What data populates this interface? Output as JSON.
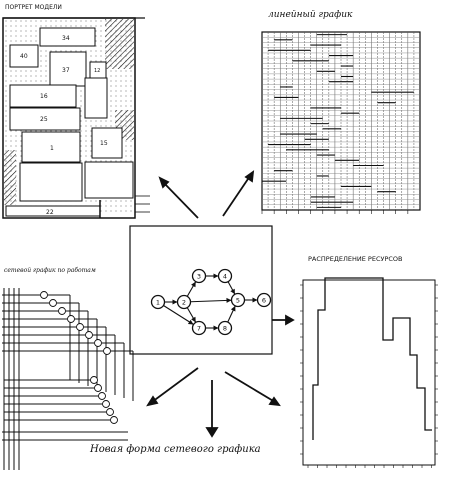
{
  "captions": {
    "portrait": "ПОРТРЕТ МОДЕЛИ",
    "linear_chart": "линейный график",
    "resources": "РАСПРЕДЕЛЕНИЕ РЕСУРСОВ",
    "by_works": "сетевой график по работам",
    "new_form": "Новая форма сетевого графика"
  },
  "network": {
    "nodes": [
      {
        "id": "1",
        "label": "1"
      },
      {
        "id": "2",
        "label": "2"
      },
      {
        "id": "3",
        "label": "3"
      },
      {
        "id": "4",
        "label": "4"
      },
      {
        "id": "5",
        "label": "5"
      },
      {
        "id": "6",
        "label": "6"
      },
      {
        "id": "7",
        "label": "7"
      },
      {
        "id": "8",
        "label": "8"
      }
    ]
  },
  "portrait_labels": [
    "34",
    "40",
    "37",
    "12",
    "16",
    "25",
    "1",
    "15",
    "22"
  ]
}
